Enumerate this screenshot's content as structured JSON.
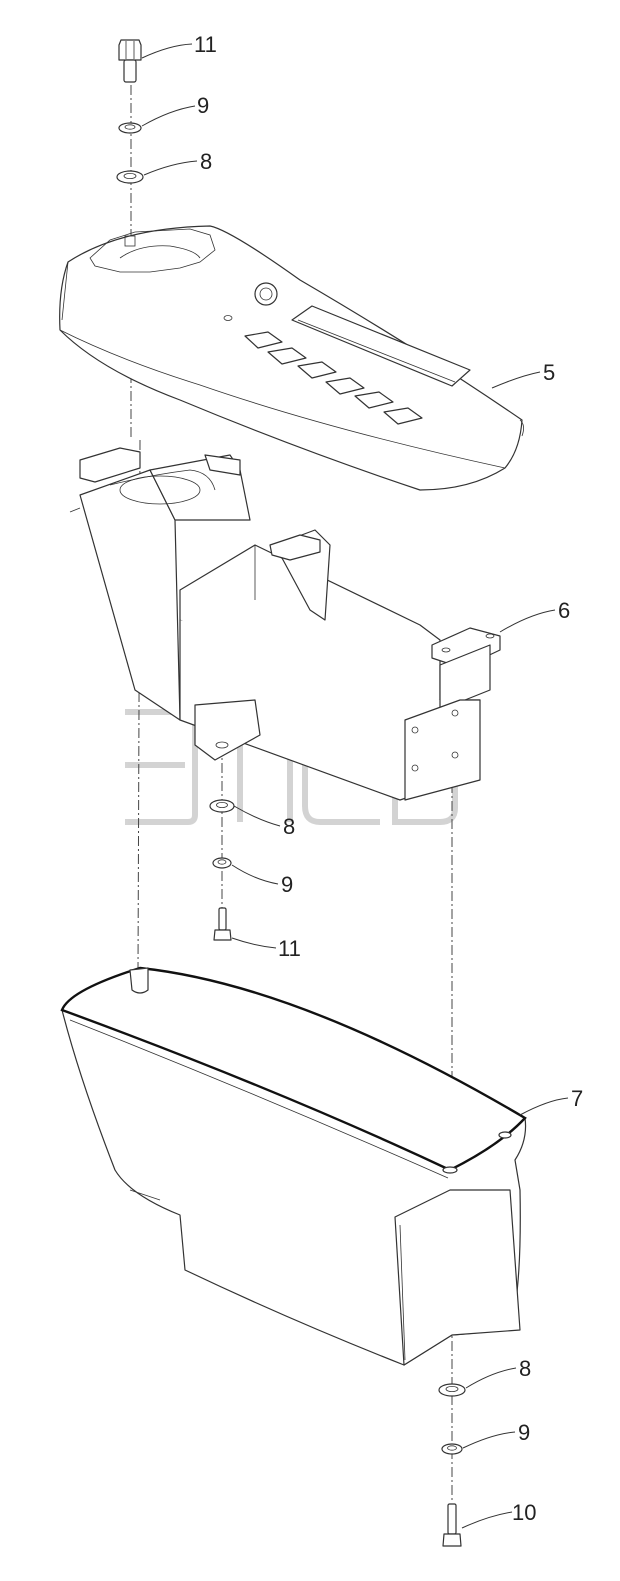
{
  "watermark": "элсб",
  "callouts": [
    {
      "id": "c11-top",
      "label": "11"
    },
    {
      "id": "c9-top",
      "label": "9"
    },
    {
      "id": "c8-top",
      "label": "8"
    },
    {
      "id": "c5",
      "label": "5"
    },
    {
      "id": "c6",
      "label": "6"
    },
    {
      "id": "c8-mid",
      "label": "8"
    },
    {
      "id": "c9-mid",
      "label": "9"
    },
    {
      "id": "c11-mid",
      "label": "11"
    },
    {
      "id": "c7",
      "label": "7"
    },
    {
      "id": "c8-bot",
      "label": "8"
    },
    {
      "id": "c9-bot",
      "label": "9"
    },
    {
      "id": "c10",
      "label": "10"
    }
  ]
}
